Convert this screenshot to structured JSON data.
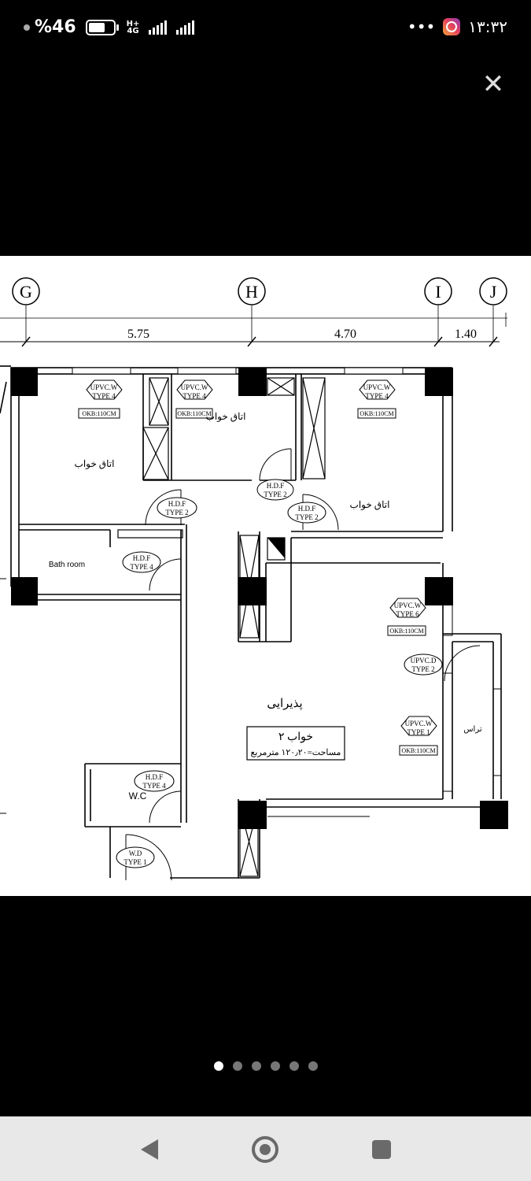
{
  "status_bar": {
    "battery_text": "%46",
    "battery_level": 0.46,
    "network_type": "H+",
    "network_sub": "4G",
    "more_indicator": "•••",
    "time": "۱۳:۳۲",
    "app_icon": "instagram-icon"
  },
  "viewer": {
    "close_icon": "close-icon",
    "close_glyph": "✕",
    "page_count": 6,
    "current_page": 1
  },
  "plan": {
    "grid_labels": {
      "g": "G",
      "h": "H",
      "i": "I",
      "j": "J"
    },
    "dimensions": {
      "d1": "5.75",
      "d2": "4.70",
      "d3": "1.40"
    },
    "rooms": {
      "bedroom1": "اتاق خواب",
      "bedroom2": "اتاق خواب",
      "bedroom3": "اتاق خواب",
      "bathroom": "Bath room",
      "wc": "W.C",
      "reception": "پذیرایی",
      "terrace": "تراس"
    },
    "unit_title": "۲ خواب",
    "unit_area": "مساحت=۱۲۰٫۲۰ مترمربع",
    "tags": {
      "upvc_w": "UPVC.W",
      "upvc_d": "UPVC.D",
      "hdf": "H.D.F",
      "wd": "W.D",
      "type4": "TYPE 4",
      "type2": "TYPE 2",
      "type6": "TYPE 6",
      "type1": "TYPE 1",
      "okb": "OKB:110CM"
    }
  },
  "nav": {
    "back_icon": "back-triangle-icon",
    "home_icon": "home-circle-icon",
    "recents_icon": "recents-square-icon"
  }
}
